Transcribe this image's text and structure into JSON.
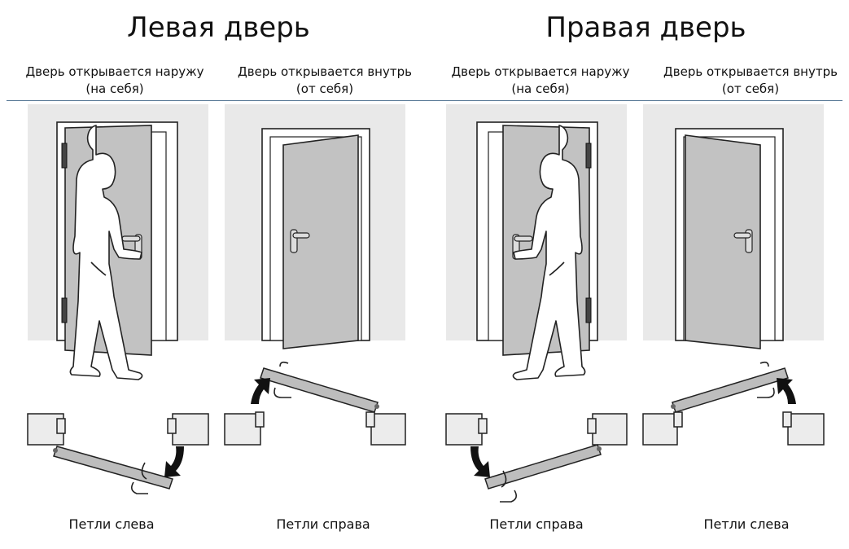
{
  "groups": [
    {
      "title": "Левая дверь",
      "columns": [
        {
          "line1": "Дверь открывается наружу",
          "line2": "(на себя)",
          "caption": "Петли слева"
        },
        {
          "line1": "Дверь открывается внутрь",
          "line2": "(от себя)",
          "caption": "Петли справа"
        }
      ]
    },
    {
      "title": "Правая дверь",
      "columns": [
        {
          "line1": "Дверь открывается наружу",
          "line2": "(на себя)",
          "caption": "Петли справа"
        },
        {
          "line1": "Дверь открывается внутрь",
          "line2": "(от себя)",
          "caption": "Петли слева"
        }
      ]
    }
  ],
  "colors": {
    "accent_rule": "#5b7b98",
    "door_fill": "#c2c2c2",
    "wall_fill": "#e9e9e9"
  },
  "icons": [
    "person-figure",
    "door-handle-icon",
    "hinge-icon",
    "swing-arrow-icon"
  ]
}
